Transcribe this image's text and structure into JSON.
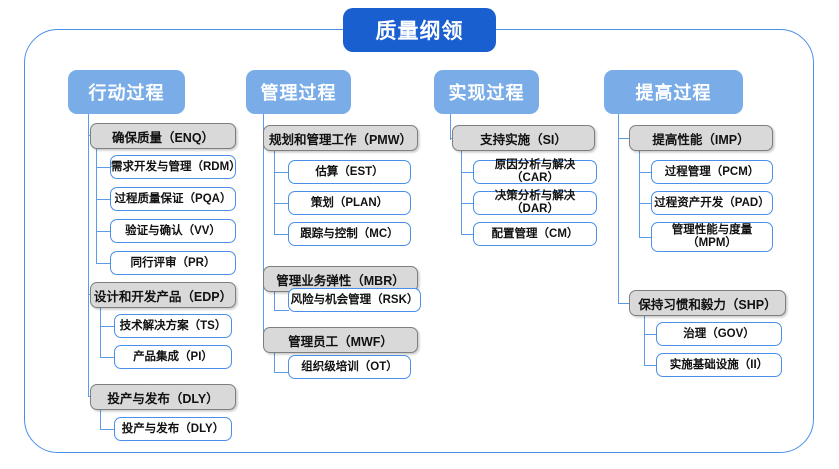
{
  "title": "质量纲领",
  "colors": {
    "root_fill": "#1a5fd0",
    "category_fill": "#7aade8",
    "group_fill": "#d9d9d9",
    "group_border": "#7f7f7f",
    "leaf_border": "#4a90e8",
    "frame_border": "#4a90e8",
    "connector": "#5b9bea",
    "background": "#ffffff"
  },
  "columns": [
    {
      "category": "行动过程",
      "groups": [
        {
          "label": "确保质量（ENQ）",
          "children": [
            "需求开发与管理（RDM）",
            "过程质量保证（PQA）",
            "验证与确认（VV）",
            "同行评审（PR）"
          ]
        },
        {
          "label": "设计和开发产品（EDP）",
          "children": [
            "技术解决方案（TS）",
            "产品集成（PI）"
          ]
        },
        {
          "label": "投产与发布（DLY）",
          "children": [
            "投产与发布（DLY）"
          ]
        }
      ]
    },
    {
      "category": "管理过程",
      "groups": [
        {
          "label": "规划和管理工作（PMW）",
          "children": [
            "估算（EST）",
            "策划（PLAN）",
            "跟踪与控制（MC）"
          ]
        },
        {
          "label": "管理业务弹性（MBR）",
          "children": [
            "风险与机会管理（RSK）"
          ]
        },
        {
          "label": "管理员工（MWF）",
          "children": [
            "组织级培训（OT）"
          ]
        }
      ]
    },
    {
      "category": "实现过程",
      "groups": [
        {
          "label": "支持实施（SI）",
          "children": [
            "原因分析与解决（CAR）",
            "决策分析与解决（DAR）",
            "配置管理（CM）"
          ]
        }
      ]
    },
    {
      "category": "提高过程",
      "groups": [
        {
          "label": "提高性能（IMP）",
          "children": [
            "过程管理（PCM）",
            "过程资产开发（PAD）",
            "管理性能与度量\n（MPM）"
          ]
        },
        {
          "label": "保持习惯和毅力（SHP）",
          "children": [
            "治理（GOV）",
            "实施基础设施（II）"
          ]
        }
      ]
    }
  ]
}
